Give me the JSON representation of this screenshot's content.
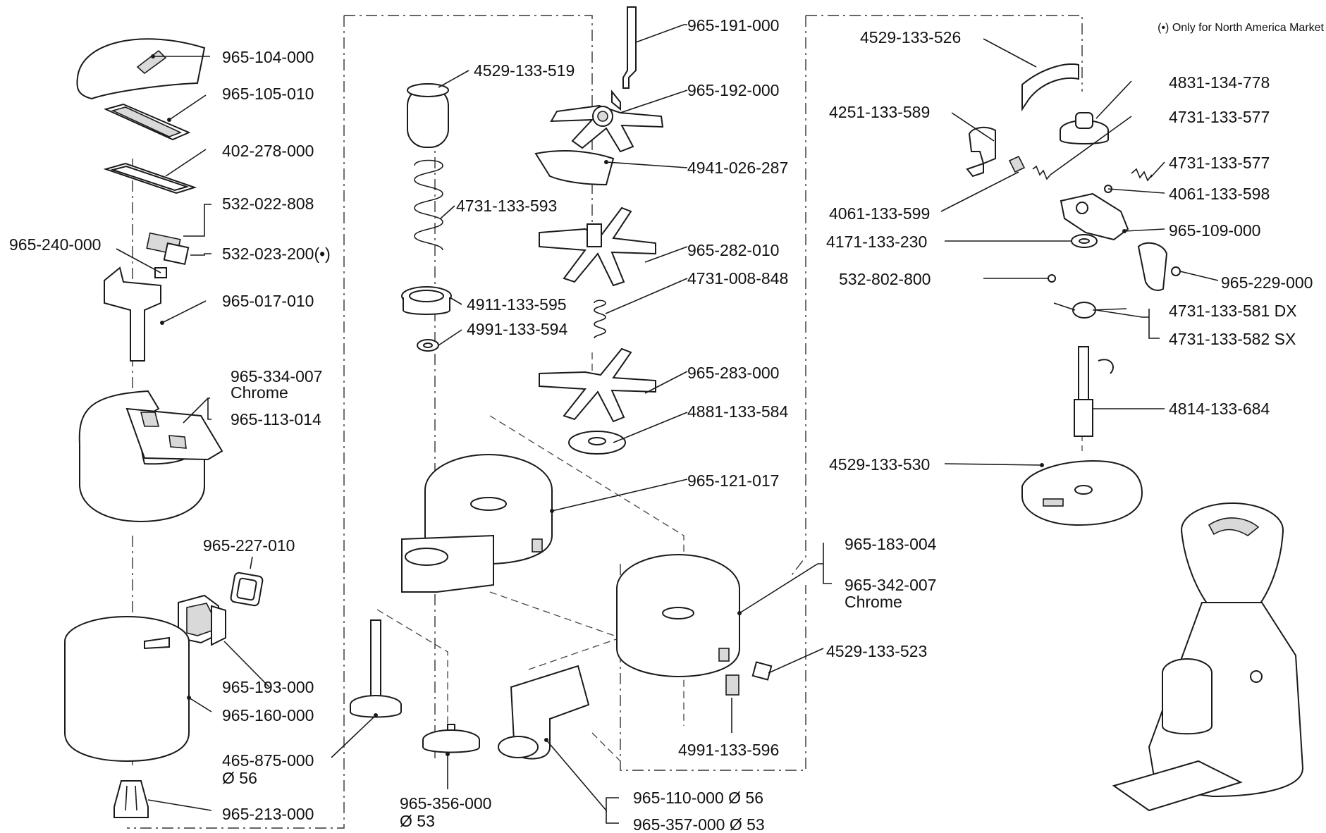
{
  "note": "(•) Only for North America Market",
  "labels": {
    "l965_104_000": "965-104-000",
    "l965_105_010": "965-105-010",
    "l402_278_000": "402-278-000",
    "l532_022_808": "532-022-808",
    "l532_023_200": "532-023-200(•)",
    "l965_240_000": "965-240-000",
    "l965_017_010": "965-017-010",
    "l965_334_007": "965-334-007",
    "chrome_a": "Chrome",
    "l965_113_014": "965-113-014",
    "l965_227_010": "965-227-010",
    "l965_193_000": "965-193-000",
    "l965_160_000": "965-160-000",
    "l465_875_000": "465-875-000",
    "d56_a": "Ø 56",
    "l965_213_000": "965-213-000",
    "l4529_133_519": "4529-133-519",
    "l4731_133_593": "4731-133-593",
    "l4911_133_595": "4911-133-595",
    "l4991_133_594": "4991-133-594",
    "l965_356_000": "965-356-000",
    "d53_a": "Ø 53",
    "l965_191_000": "965-191-000",
    "l965_192_000": "965-192-000",
    "l4941_026_287": "4941-026-287",
    "l965_282_010": "965-282-010",
    "l4731_008_848": "4731-008-848",
    "l965_283_000": "965-283-000",
    "l4881_133_584": "4881-133-584",
    "l965_121_017": "965-121-017",
    "l965_183_004": "965-183-004",
    "l965_342_007": "965-342-007",
    "chrome_b": "Chrome",
    "l4529_133_523": "4529-133-523",
    "l4991_133_596": "4991-133-596",
    "l965_110_000": "965-110-000  Ø 56",
    "l965_357_000": "965-357-000  Ø 53",
    "l4529_133_526": "4529-133-526",
    "l4831_134_778": "4831-134-778",
    "l4251_133_589": "4251-133-589",
    "l4731_133_577a": "4731-133-577",
    "l4731_133_577b": "4731-133-577",
    "l4061_133_598": "4061-133-598",
    "l4061_133_599": "4061-133-599",
    "l965_109_000": "965-109-000",
    "l4171_133_230": "4171-133-230",
    "l532_802_800": "532-802-800",
    "l965_229_000": "965-229-000",
    "l4731_133_581": "4731-133-581 DX",
    "l4731_133_582": "4731-133-582 SX",
    "l4814_133_684": "4814-133-684",
    "l4529_133_530": "4529-133-530"
  }
}
